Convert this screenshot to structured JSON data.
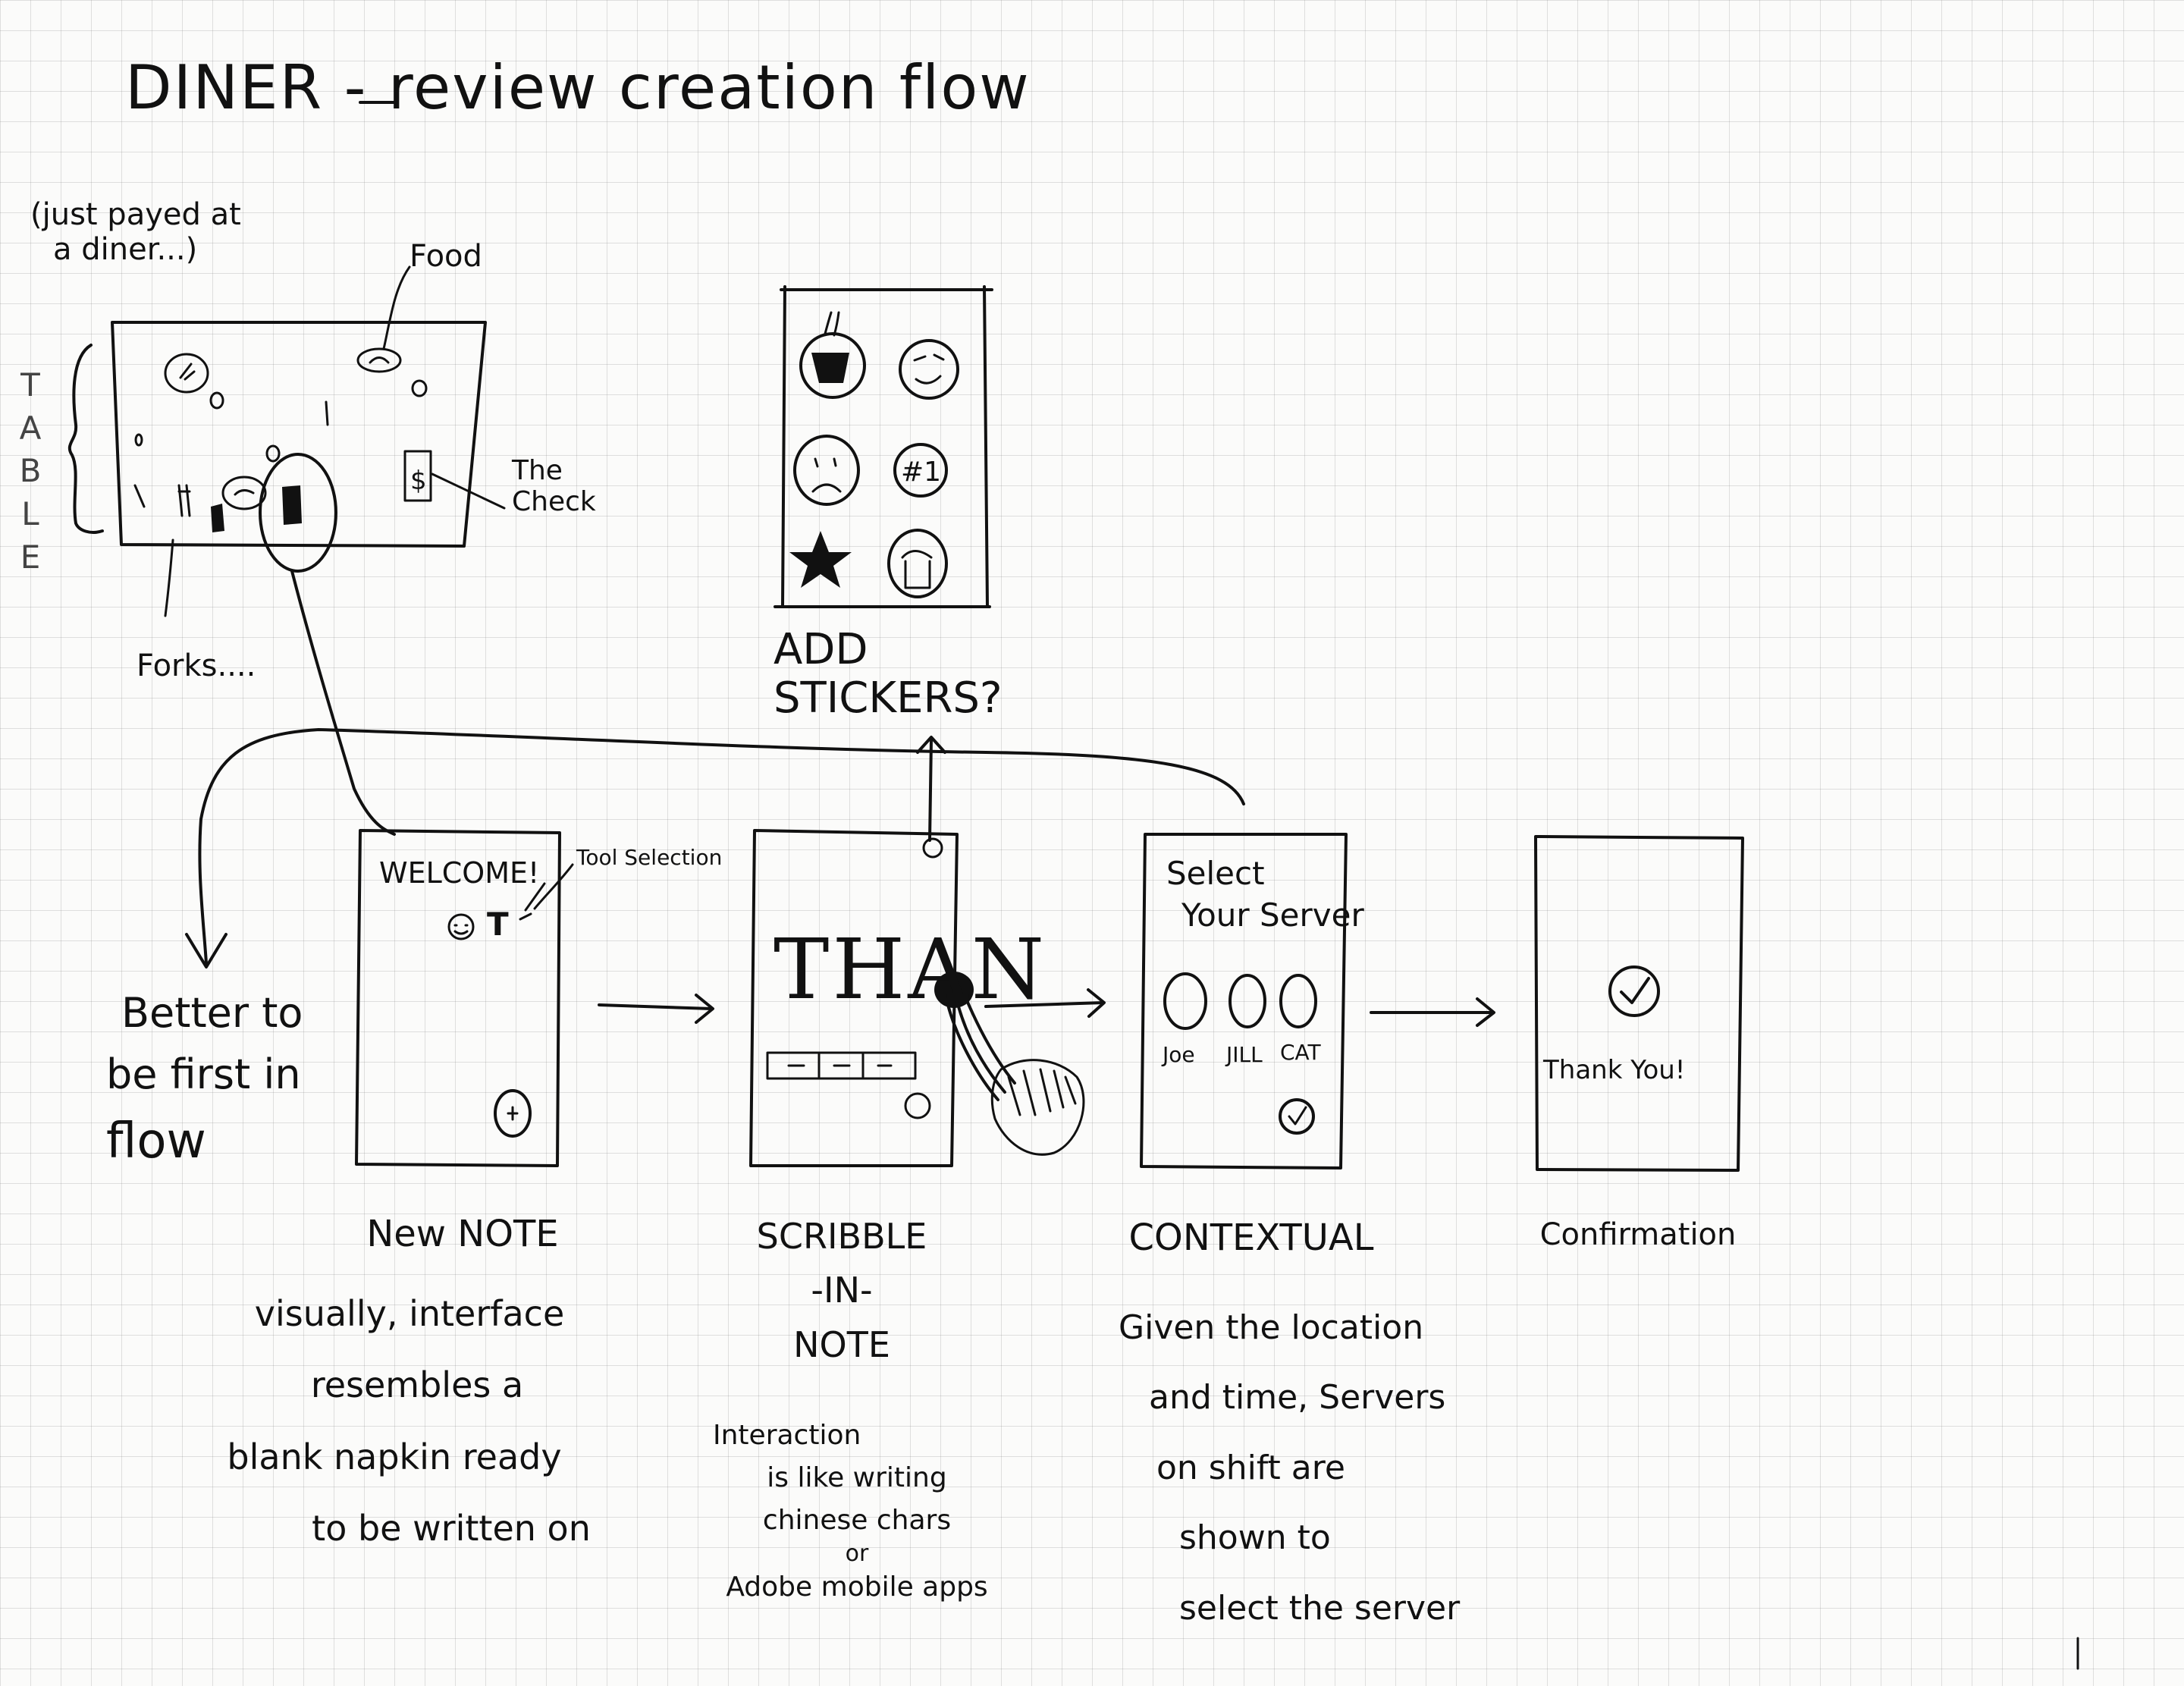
{
  "title": "DINER - review creation flow",
  "table_sketch": {
    "context_note_line1": "(just payed at",
    "context_note_line2": "a diner...)",
    "food_label": "Food",
    "check_label_line1": "The",
    "check_label_line2": "Check",
    "forks_label": "Forks....",
    "table_label_letters": [
      "T",
      "A",
      "B",
      "L",
      "E"
    ]
  },
  "stickers": {
    "caption_line1": "ADD",
    "caption_line2": "STICKERS?",
    "items": [
      "coffee-sticker",
      "smiley-sticker",
      "sad-face-sticker",
      "number-one-sticker",
      "star-sticker",
      "grimace-sticker"
    ],
    "number_one_text": "#1"
  },
  "side_note": {
    "line1": "Better to",
    "line2": "be first in",
    "line3": "flow"
  },
  "screens": {
    "new_note": {
      "welcome_text": "WELCOME!",
      "tool_selection_label": "Tool Selection",
      "tool_text": "T",
      "caption": "New NOTE",
      "description": [
        "visually, interface",
        "resembles a",
        "blank napkin ready",
        "to be written on"
      ]
    },
    "scribble": {
      "drawn_text": "THAN",
      "caption_line1": "SCRIBBLE",
      "caption_line2": "-IN-",
      "caption_line3": "NOTE",
      "description": [
        "Interaction",
        "is like writing",
        "chinese chars",
        "or",
        "Adobe mobile apps"
      ]
    },
    "select_server": {
      "heading_line1": "Select",
      "heading_line2": "Your Server",
      "servers": [
        "Joe",
        "JILL",
        "CAT"
      ],
      "caption": "CONTEXTUAL",
      "description": [
        "Given the location",
        "and time, Servers",
        "on shift are",
        "shown to",
        "select the server"
      ]
    },
    "confirmation": {
      "message": "Thank You!",
      "caption": "Confirmation"
    }
  }
}
